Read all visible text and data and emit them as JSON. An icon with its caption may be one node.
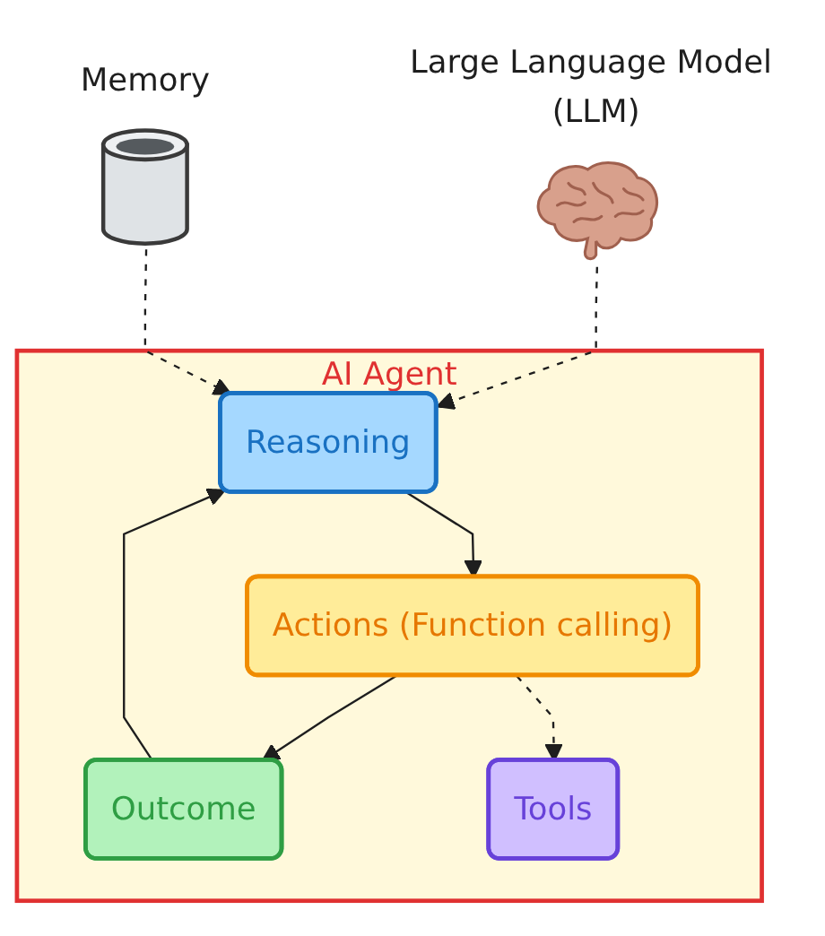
{
  "diagram": {
    "nodes": [
      {
        "text": [
          "Large Language Model (LLM)"
        ]
      },
      {
        "text": [
          "Memory"
        ]
      },
      {
        "text": [
          "AI Agent"
        ]
      },
      {
        "text": [
          "Reasoning"
        ],
        "in": 2
      },
      {
        "text": [
          "Actions (Function calling)"
        ],
        "in": 2
      },
      {
        "text": [
          "Outcome"
        ],
        "in": 2
      },
      {
        "text": [
          "Tools"
        ],
        "in": 2
      }
    ],
    "edges": [
      {
        "from": 0,
        "to": 3,
        "arrow": "to",
        "style": "dashed"
      },
      {
        "from": 1,
        "to": 3,
        "arrow": "to",
        "style": "dashed"
      },
      {
        "from": 3,
        "to": 4,
        "arrow": "to"
      },
      {
        "from": 4,
        "to": 5,
        "arrow": "to"
      },
      {
        "from": 5,
        "to": 3,
        "arrow": "to"
      },
      {
        "from": 4,
        "to": 6,
        "arrow": "to",
        "style": "dashed"
      }
    ]
  }
}
